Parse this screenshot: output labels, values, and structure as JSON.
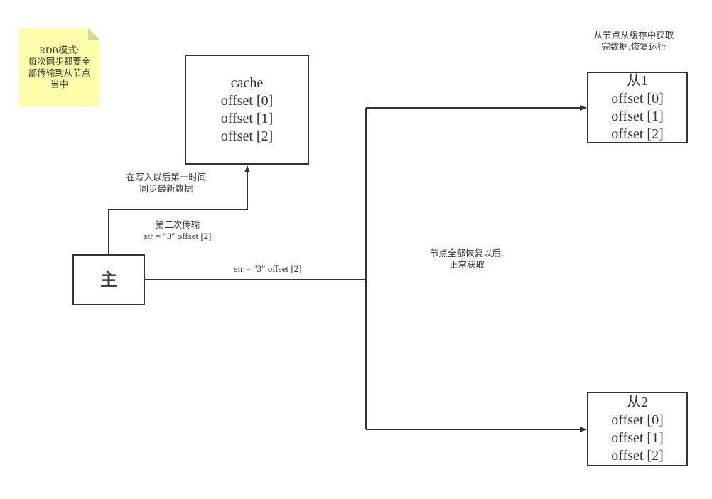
{
  "note": {
    "line1": "RDB模式:",
    "line2": "每次同步都要全",
    "line3": "部传输到从节点",
    "line4": "当中"
  },
  "cache_box": {
    "title": "cache",
    "rows": [
      "offset [0]",
      "offset [1]",
      "offset [2]"
    ]
  },
  "master_box": {
    "label": "主"
  },
  "slave1_box": {
    "title": "从1",
    "rows": [
      "offset [0]",
      "offset [1]",
      "offset [2]"
    ]
  },
  "slave2_box": {
    "title": "从2",
    "rows": [
      "offset [0]",
      "offset [1]",
      "offset [2]"
    ]
  },
  "labels": {
    "sync_after_write_line1": "在写入以后第一时间",
    "sync_after_write_line2": "同步最新数据",
    "second_transfer_line1": "第二次传输",
    "second_transfer_line2": "str = \"3\" offset [2]",
    "main_line_payload": "str = \"3\" offset [2]",
    "recovered_line1": "节点全部恢复以后,",
    "recovered_line2": "正常获取",
    "slave_fetch_line1": "从节点从缓存中获取",
    "slave_fetch_line2": "完数据,恢复运行"
  }
}
